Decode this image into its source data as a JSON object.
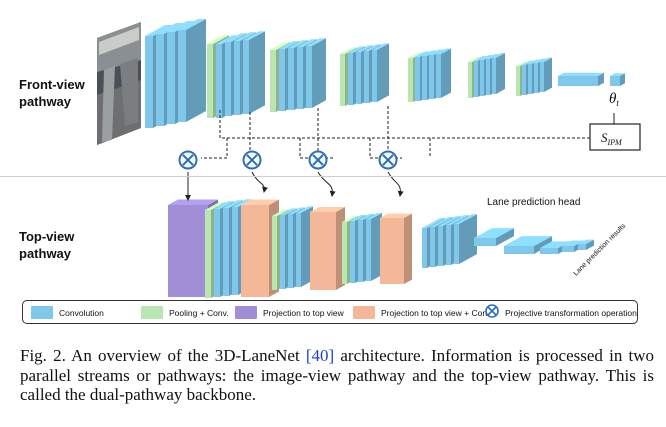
{
  "front_label_line1": "Front-view",
  "front_label_line2": "pathway",
  "top_label_line1": "Top-view",
  "top_label_line2": "pathway",
  "sipm_text": "S",
  "sipm_sub": "IPM",
  "theta_text": "θ",
  "theta_sub": "t",
  "lane_head_label": "Lane prediction head",
  "lane_results_label": "Lane prediction results",
  "legend": {
    "convolution": "Convolution",
    "pooling": "Pooling + Conv.",
    "projection": "Projection to top view",
    "projection_conv": "Projection to top view + Conv.",
    "operation": "Projective transformation operation"
  },
  "caption": {
    "prefix": "Fig. 2.    An overview of the 3D-LaneNet ",
    "cite": "[40]",
    "suffix": " architecture. Information is processed in two parallel streams or pathways: the image-view pathway and the top-view pathway. This is called the dual-pathway backbone."
  },
  "colors": {
    "convolution": "#7fc8ec",
    "pooling": "#b9e6b0",
    "projection": "#a08fd6",
    "projection_conv": "#f4b898",
    "operation": "#2a6fc0"
  }
}
